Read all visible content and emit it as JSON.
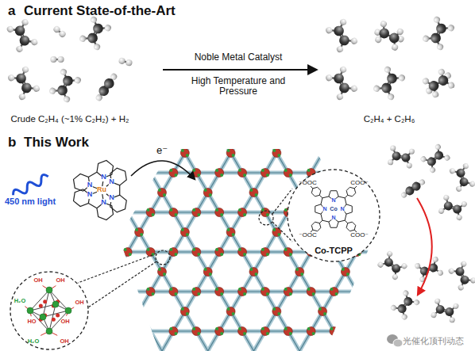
{
  "diagram": {
    "nodes": [
      {
        "text": [
          "Co-TCPP",
          "⁻OOC",
          "COO⁻",
          "⁻OOC",
          "COO⁻",
          "N",
          "N",
          "N",
          "N",
          "Co"
        ]
      },
      {
        "text": [
          "OH",
          "OH",
          "H₂O",
          "OH",
          "HO",
          "OH",
          "H₂O",
          "OH"
        ]
      }
    ],
    "labels": [
      "a",
      "Current State-of-the-Art",
      "Noble Metal Catalyst",
      "High Temperature and Pressure",
      "Crude C₂H₄ (~1% C₂H₂) + H₂",
      "C₂H₄ + C₂H₆",
      "b",
      "This Work",
      "450 nm light",
      "e⁻",
      "N",
      "N",
      "N",
      "N",
      "N",
      "N",
      "Ru",
      "光催化顶刊动态"
    ]
  }
}
